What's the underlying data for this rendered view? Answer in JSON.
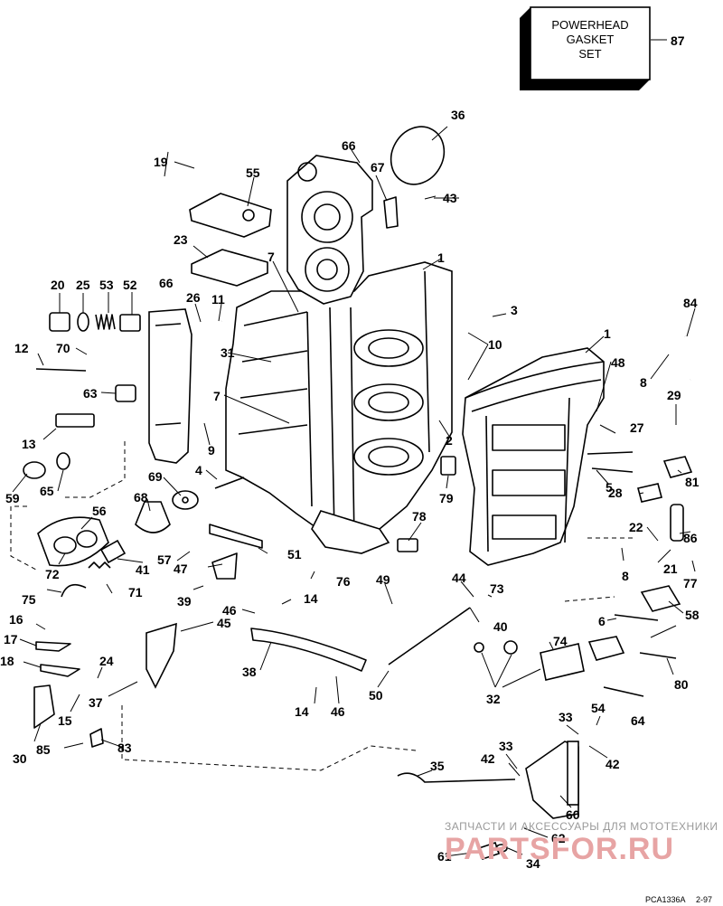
{
  "kit_box": {
    "lines": [
      "POWERHEAD",
      "GASKET",
      "SET"
    ],
    "number": "87"
  },
  "callouts": {
    "c1a": "1",
    "c1b": "1",
    "c2": "2",
    "c3": "3",
    "c4": "4",
    "c5": "5",
    "c6": "6",
    "c7a": "7",
    "c7b": "7",
    "c8a": "8",
    "c8b": "8",
    "c9": "9",
    "c10": "10",
    "c11": "11",
    "c12": "12",
    "c13": "13",
    "c14a": "14",
    "c14b": "14",
    "c15": "15",
    "c16": "16",
    "c17": "17",
    "c18": "18",
    "c19": "19",
    "c20": "20",
    "c21": "21",
    "c22": "22",
    "c23": "23",
    "c24": "24",
    "c25": "25",
    "c26": "26",
    "c27": "27",
    "c28": "28",
    "c29": "29",
    "c30": "30",
    "c31": "31",
    "c32": "32",
    "c33a": "33",
    "c33b": "33",
    "c34": "34",
    "c35": "35",
    "c36": "36",
    "c37": "37",
    "c38": "38",
    "c39": "39",
    "c40": "40",
    "c41": "41",
    "c42a": "42",
    "c42b": "42",
    "c43": "43",
    "c44": "44",
    "c45": "45",
    "c46a": "46",
    "c46b": "46",
    "c47": "47",
    "c48": "48",
    "c49": "49",
    "c50": "50",
    "c51": "51",
    "c52": "52",
    "c53": "53",
    "c54": "54",
    "c55": "55",
    "c56": "56",
    "c57": "57",
    "c58": "58",
    "c59": "59",
    "c60": "60",
    "c61": "61",
    "c62": "62",
    "c63": "63",
    "c64": "64",
    "c65": "65",
    "c66a": "66",
    "c66b": "66",
    "c67": "67",
    "c68": "68",
    "c69": "69",
    "c70": "70",
    "c71": "71",
    "c72": "72",
    "c73": "73",
    "c74": "74",
    "c75": "75",
    "c76": "76",
    "c77": "77",
    "c78": "78",
    "c79": "79",
    "c80": "80",
    "c81": "81",
    "c83": "83",
    "c84": "84",
    "c85": "85",
    "c86": "86"
  },
  "watermark": {
    "line1": "ЗАПЧАСТИ И АКСЕССУАРЫ ДЛЯ МОТОТЕХНИКИ",
    "line2": "PARTSFOR.RU",
    "color": "#e7a4a4"
  },
  "footer": {
    "code": "PCA1336A",
    "date": "2-97"
  }
}
